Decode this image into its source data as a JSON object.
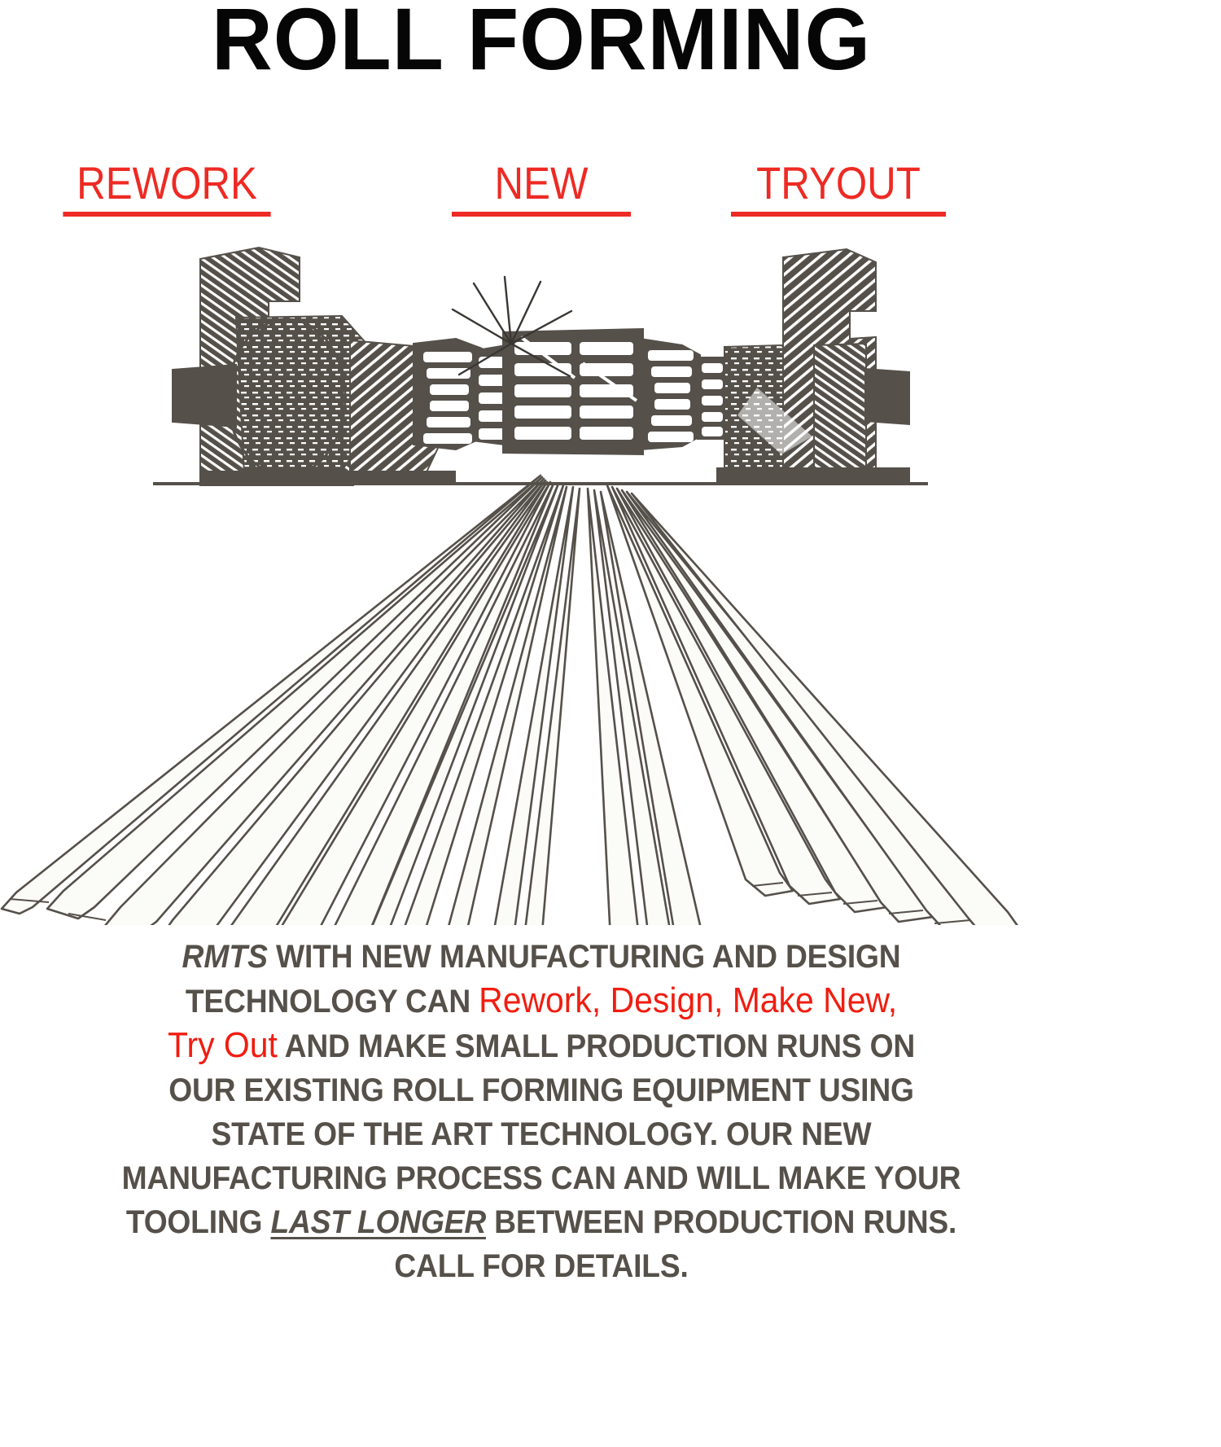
{
  "page": {
    "title": "ROLL FORMING",
    "background_color": "#ffffff",
    "title_color": "#060606",
    "accent_red": "#ee2a24",
    "body_text_color": "#555049",
    "illustration_ink": "#55504a"
  },
  "categories": [
    {
      "label": "REWORK",
      "color": "#ee2a24",
      "underlined": true
    },
    {
      "label": "NEW",
      "color": "#ee2a24",
      "underlined": true
    },
    {
      "label": "TRYOUT",
      "color": "#ee2a24",
      "underlined": true
    }
  ],
  "illustration": {
    "name": "roll-forming-mill-with-radiating-profiles",
    "description": "Line-art engraving of a roll forming mill stand with roll tooling stack and a starburst highlight, with formed metal profiles radiating toward the viewer",
    "parts": [
      "left-mill-housing",
      "roll-stack-center",
      "right-mill-housing",
      "ground-line",
      "profile-corrugated-left",
      "profile-angle",
      "profile-i-beam",
      "profile-hat-channel",
      "profile-hex-tube",
      "profile-corrugated-right"
    ]
  },
  "body": {
    "lines": [
      [
        {
          "text": "RMTS",
          "style": "brand"
        },
        {
          "text": " WITH NEW MANUFACTURING AND DESIGN",
          "style": "normal"
        }
      ],
      [
        {
          "text": "TECHNOLOGY CAN ",
          "style": "normal"
        },
        {
          "text": " Rework, Design, Make New,",
          "style": "red"
        }
      ],
      [
        {
          "text": "Try Out",
          "style": "red"
        },
        {
          "text": " AND MAKE SMALL PRODUCTION RUNS ON",
          "style": "normal"
        }
      ],
      [
        {
          "text": "OUR EXISTING ROLL FORMING EQUIPMENT USING",
          "style": "normal"
        }
      ],
      [
        {
          "text": "STATE OF THE ART TECHNOLOGY.  OUR NEW",
          "style": "normal"
        }
      ],
      [
        {
          "text": "MANUFACTURING PROCESS CAN AND WILL MAKE YOUR",
          "style": "normal"
        }
      ],
      [
        {
          "text": "TOOLING ",
          "style": "normal"
        },
        {
          "text": "LAST LONGER",
          "style": "underline-italic"
        },
        {
          "text": " BETWEEN PRODUCTION RUNS.",
          "style": "normal"
        }
      ],
      [
        {
          "text": "CALL FOR DETAILS.",
          "style": "normal"
        }
      ]
    ]
  }
}
